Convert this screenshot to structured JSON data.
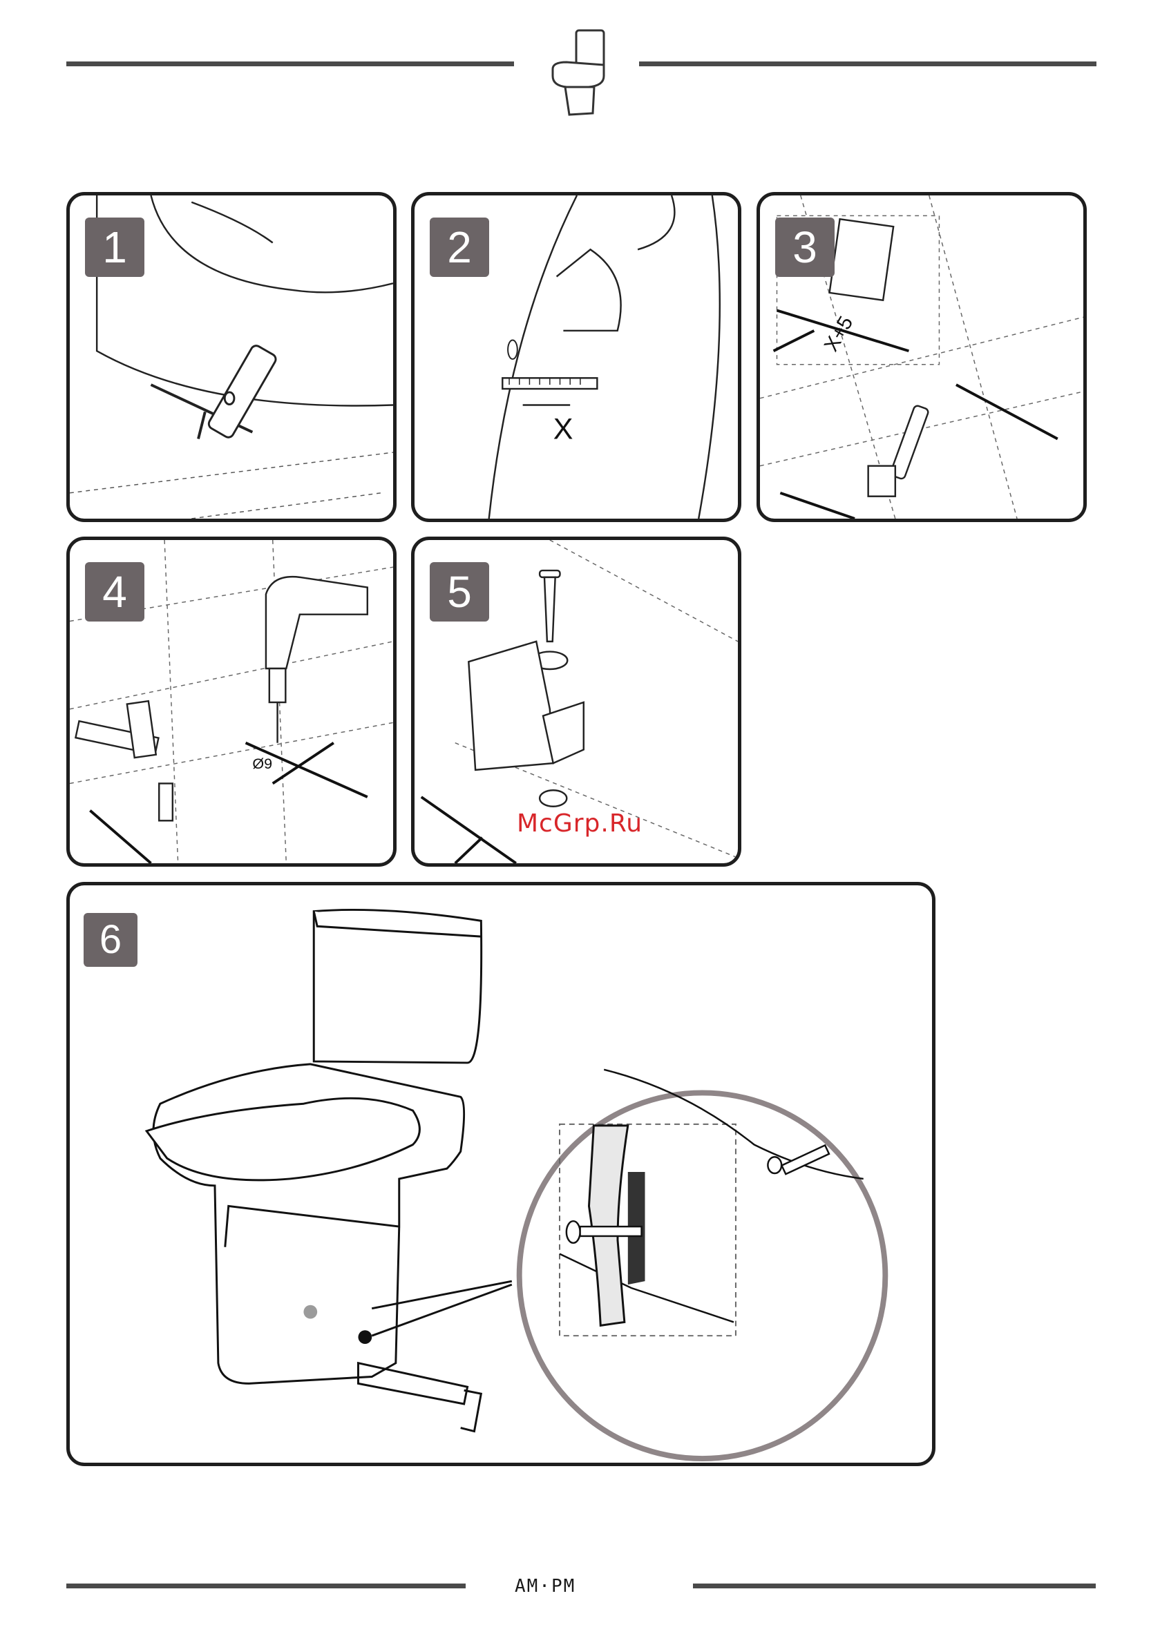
{
  "steps": [
    {
      "number": "1"
    },
    {
      "number": "2",
      "label": "X"
    },
    {
      "number": "3",
      "label": "X+5"
    },
    {
      "number": "4",
      "label": "Ø9"
    },
    {
      "number": "5"
    },
    {
      "number": "6"
    }
  ],
  "watermark": "McGrp.Ru",
  "footer": {
    "brand": "AM·PM"
  },
  "colors": {
    "badge": "#6b6466",
    "rule": "#4a4a4a",
    "watermark": "#d8262a",
    "zoom_circle": "#8f8688"
  }
}
